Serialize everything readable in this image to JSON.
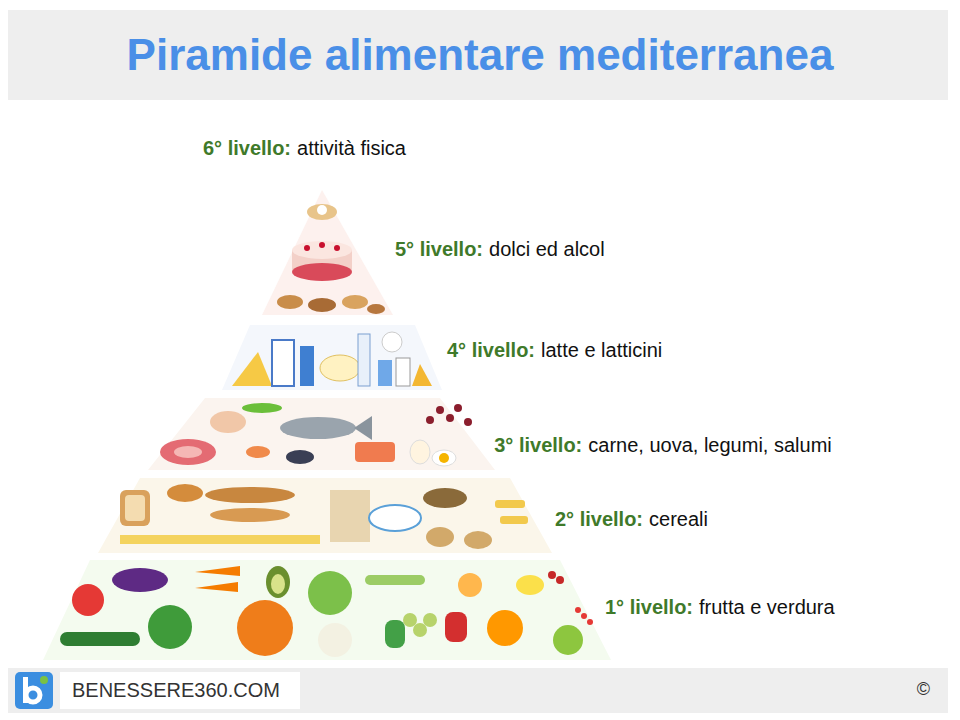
{
  "diagram": {
    "title": "Piramide alimentare mediterranea",
    "nodes": [
      {
        "text": [
          "5° livello:",
          "dolci ed alcol"
        ]
      },
      {
        "text": [
          "4° livello:",
          "latte e latticini"
        ]
      },
      {
        "text": [
          "3° livello:",
          "carne, uova, legumi, salumi"
        ]
      },
      {
        "text": [
          "2° livello:",
          "cereali"
        ]
      },
      {
        "text": [
          "1° livello:",
          "frutta e verdura"
        ]
      }
    ],
    "labels": [
      "6° livello:",
      "attività fisica",
      "BENESSERE360.COM",
      "©"
    ]
  }
}
